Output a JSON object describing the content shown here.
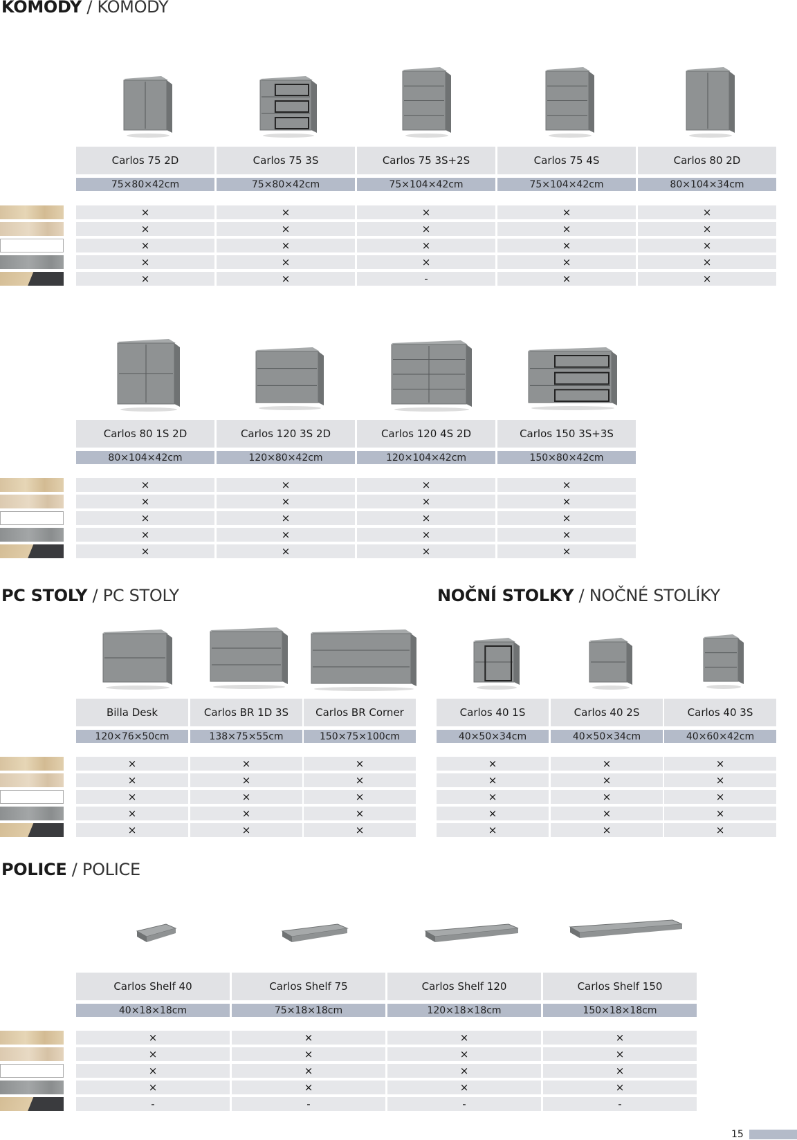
{
  "sections": {
    "komody": {
      "title_bold": "KOMODY",
      "sep": "/",
      "title_thin": "KOMODY"
    },
    "pc": {
      "title_bold": "PC STOLY",
      "sep": "/",
      "title_thin": "PC STOLY"
    },
    "nocni": {
      "title_bold": "NOČNÍ STOLKY",
      "sep": "/",
      "title_thin": "NOČNÉ STOLÍKY"
    },
    "police": {
      "title_bold": "POLICE",
      "sep": "/",
      "title_thin": "POLICE"
    }
  },
  "swatches": [
    "oak-light",
    "oak-sand",
    "white",
    "concrete-grey",
    "oak-anthracite"
  ],
  "colors": {
    "header_bg": "#e1e2e5",
    "dim_bg": "#b4bbc9",
    "cell_bg": "#e6e7ea"
  },
  "tables": {
    "komody1": [
      {
        "name": "Carlos 75 2D",
        "dim": "75×80×42cm",
        "marks": [
          "×",
          "×",
          "×",
          "×",
          "×"
        ]
      },
      {
        "name": "Carlos 75 3S",
        "dim": "75×80×42cm",
        "marks": [
          "×",
          "×",
          "×",
          "×",
          "×"
        ]
      },
      {
        "name": "Carlos 75 3S+2S",
        "dim": "75×104×42cm",
        "marks": [
          "×",
          "×",
          "×",
          "×",
          "-"
        ]
      },
      {
        "name": "Carlos 75 4S",
        "dim": "75×104×42cm",
        "marks": [
          "×",
          "×",
          "×",
          "×",
          "×"
        ]
      },
      {
        "name": "Carlos 80 2D",
        "dim": "80×104×34cm",
        "marks": [
          "×",
          "×",
          "×",
          "×",
          "×"
        ]
      }
    ],
    "komody2": [
      {
        "name": "Carlos 80 1S 2D",
        "dim": "80×104×42cm",
        "marks": [
          "×",
          "×",
          "×",
          "×",
          "×"
        ]
      },
      {
        "name": "Carlos 120 3S 2D",
        "dim": "120×80×42cm",
        "marks": [
          "×",
          "×",
          "×",
          "×",
          "×"
        ]
      },
      {
        "name": "Carlos 120 4S 2D",
        "dim": "120×104×42cm",
        "marks": [
          "×",
          "×",
          "×",
          "×",
          "×"
        ]
      },
      {
        "name": "Carlos 150 3S+3S",
        "dim": "150×80×42cm",
        "marks": [
          "×",
          "×",
          "×",
          "×",
          "×"
        ]
      }
    ],
    "pc": [
      {
        "name": "Billa Desk",
        "dim": "120×76×50cm",
        "marks": [
          "×",
          "×",
          "×",
          "×",
          "×"
        ]
      },
      {
        "name": "Carlos BR 1D 3S",
        "dim": "138×75×55cm",
        "marks": [
          "×",
          "×",
          "×",
          "×",
          "×"
        ]
      },
      {
        "name": "Carlos BR Corner",
        "dim": "150×75×100cm",
        "marks": [
          "×",
          "×",
          "×",
          "×",
          "×"
        ]
      }
    ],
    "nocni": [
      {
        "name": "Carlos 40 1S",
        "dim": "40×50×34cm",
        "marks": [
          "×",
          "×",
          "×",
          "×",
          "×"
        ]
      },
      {
        "name": "Carlos 40 2S",
        "dim": "40×50×34cm",
        "marks": [
          "×",
          "×",
          "×",
          "×",
          "×"
        ]
      },
      {
        "name": "Carlos 40 3S",
        "dim": "40×60×42cm",
        "marks": [
          "×",
          "×",
          "×",
          "×",
          "×"
        ]
      }
    ],
    "police": [
      {
        "name": "Carlos Shelf 40",
        "dim": "40×18×18cm",
        "marks": [
          "×",
          "×",
          "×",
          "×",
          "-"
        ]
      },
      {
        "name": "Carlos Shelf 75",
        "dim": "75×18×18cm",
        "marks": [
          "×",
          "×",
          "×",
          "×",
          "-"
        ]
      },
      {
        "name": "Carlos Shelf 120",
        "dim": "120×18×18cm",
        "marks": [
          "×",
          "×",
          "×",
          "×",
          "-"
        ]
      },
      {
        "name": "Carlos Shelf 150",
        "dim": "150×18×18cm",
        "marks": [
          "×",
          "×",
          "×",
          "×",
          "-"
        ]
      }
    ]
  },
  "page_number": "15"
}
